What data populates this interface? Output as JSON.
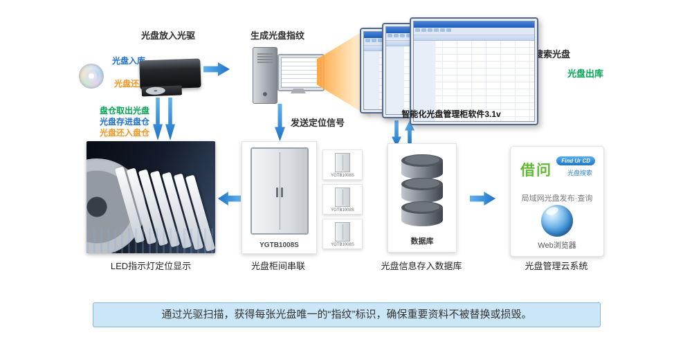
{
  "top": {
    "drive_title": "光盘放入光驱",
    "disc_in": "光盘入库",
    "disc_return": "光盘还库",
    "fingerprint_title": "生成光盘指纹",
    "software_title": "智能化光盘管理柜软件3.1v",
    "search_disc": "搜索光盘",
    "disc_out": "光盘出库"
  },
  "middle": {
    "cabinet_out": "盘仓取出光盘",
    "cabinet_in": "光盘存进盘仓",
    "cabinet_return": "光盘还入盘仓",
    "send_signal": "发送定位信号"
  },
  "bottom": {
    "led_caption": "LED指示灯定位显示",
    "cabinet_model": "YGTB1008S",
    "cabinet_caption": "光盘柜间串联",
    "mini_cabinet_model": "YGTB1008S",
    "database_label": "数据库",
    "database_caption": "光盘信息存入数据库",
    "cloud": {
      "brand": "借问",
      "badge": "Find Ur CD",
      "badge_sub": "光盘搜索",
      "tagline": "局域网光盘发布·查询",
      "browser": "Web浏览器",
      "caption": "光盘管理云系统"
    }
  },
  "banner": "通过光驱扫描，获得每张光盘唯一的“指纹”标识，确保重要资料不被替换或损毁。",
  "colors": {
    "blue": "#1f6fd0",
    "green": "#00a651",
    "orange": "#f7941d",
    "arrow": "#2e8fdb",
    "banner_bg": "#cbe6f6"
  }
}
